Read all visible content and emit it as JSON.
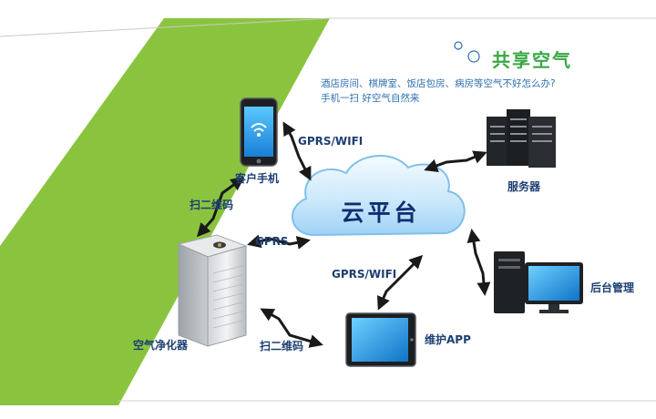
{
  "header": {
    "title": "共享空气",
    "desc_line1": "酒店房间、棋牌室、饭店包房、病房等空气不好怎么办?",
    "desc_line2": "手机一扫 好空气自然来"
  },
  "nodes": {
    "phone": "客户手机",
    "cloud": "云平台",
    "server": "服务器",
    "backend": "后台管理",
    "purifier": "空气净化器",
    "maint_app": "维护APP"
  },
  "links": {
    "phone_cloud": "GPRS/WIFI",
    "phone_purifier": "扫二维码",
    "purifier_cloud": "GPRS",
    "tablet_cloud": "GPRS/WIFI",
    "purifier_tablet": "扫二维码"
  },
  "colors": {
    "accent_green": "#8ac43f",
    "title_green": "#3aa845",
    "text_blue": "#2c6fae",
    "label_navy": "#1d3f72",
    "arrow": "#1a1a1a"
  }
}
